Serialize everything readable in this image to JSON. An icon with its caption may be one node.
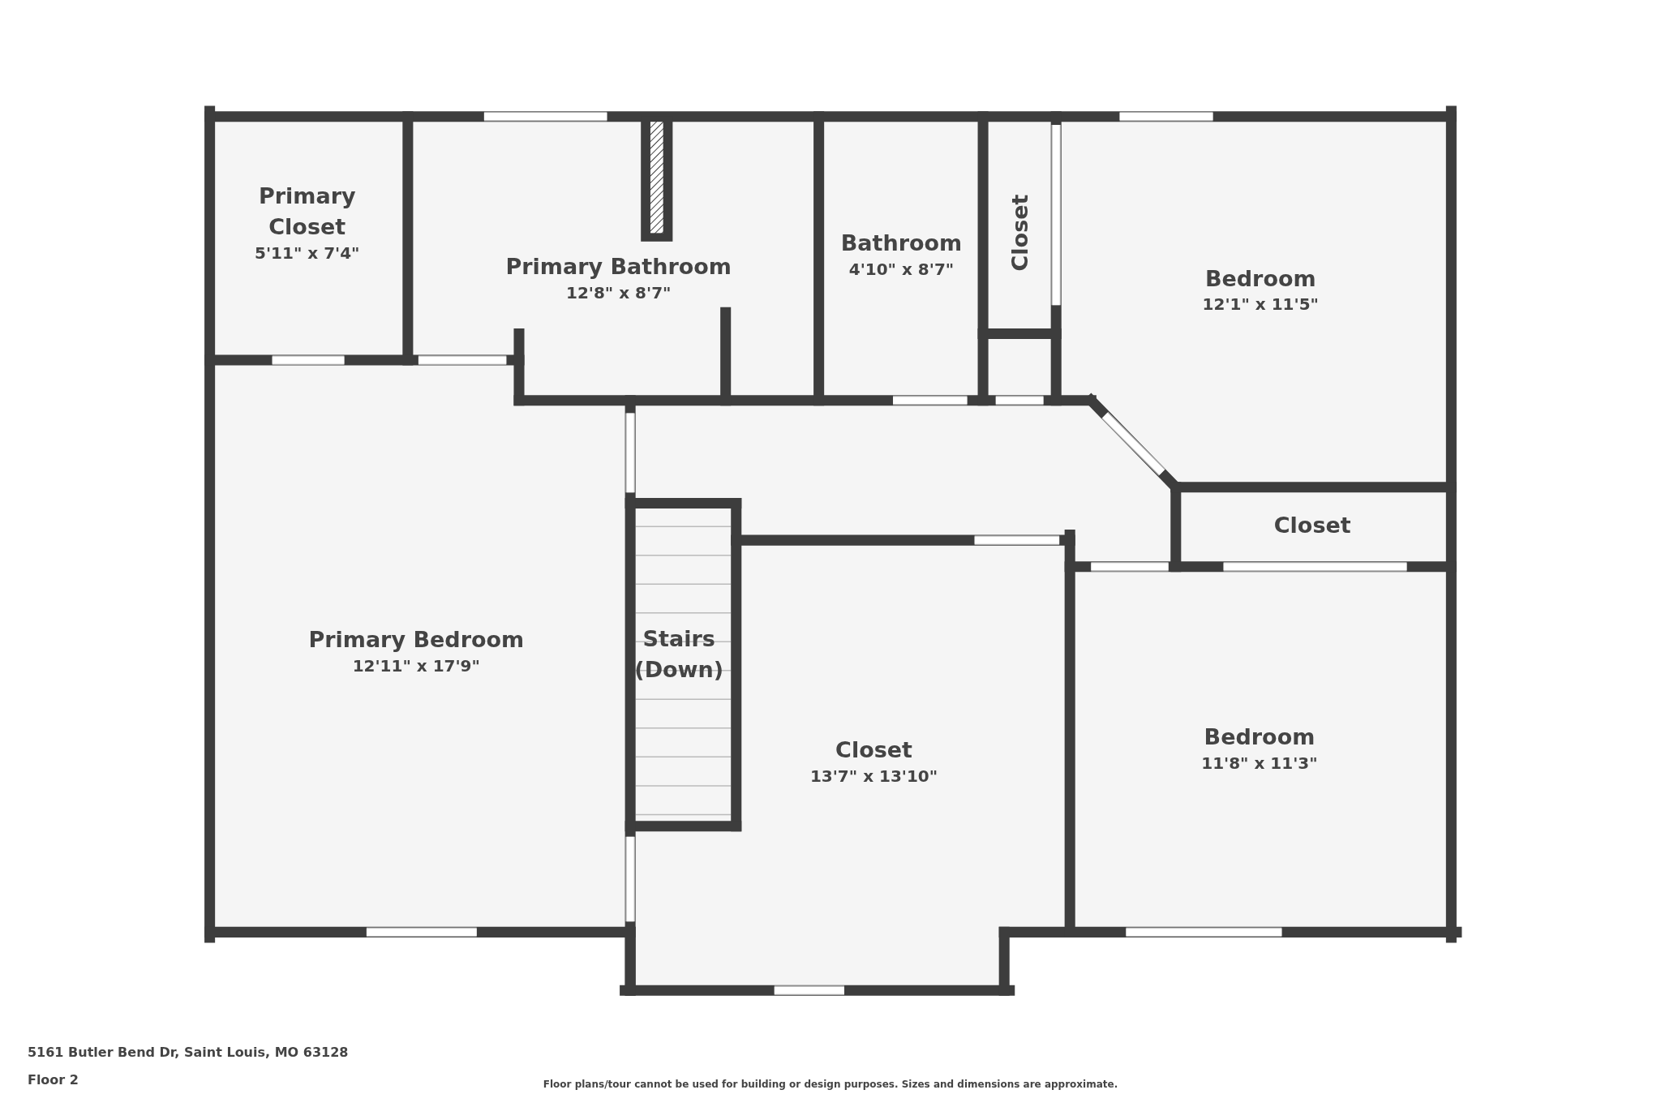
{
  "diagram": {
    "nodes": [
      {
        "text": [
          "Primary Closet",
          "5'11\" x 7'4\""
        ]
      },
      {
        "text": [
          "Primary Bathroom",
          "12'8\" x 8'7\""
        ]
      },
      {
        "text": [
          "Bathroom",
          "4'10\" x 8'7\""
        ]
      },
      {
        "text": [
          "Closet"
        ]
      },
      {
        "text": [
          "Bedroom",
          "12'1\" x 11'5\""
        ]
      },
      {
        "text": [
          "Closet"
        ]
      },
      {
        "text": [
          "Primary Bedroom",
          "12'11\" x 17'9\""
        ]
      },
      {
        "text": [
          "Stairs (Down)"
        ]
      },
      {
        "text": [
          "Closet",
          "13'7\" x 13'10\""
        ]
      },
      {
        "text": [
          "Bedroom",
          "11'8\" x 11'3\""
        ]
      }
    ],
    "edges": [],
    "labels": [
      "5161 Butler Bend Dr, Saint Louis, MO 63128",
      "Floor 2",
      "Floor plans/tour cannot be used for building or design purposes. Sizes and dimensions are approximate."
    ]
  }
}
